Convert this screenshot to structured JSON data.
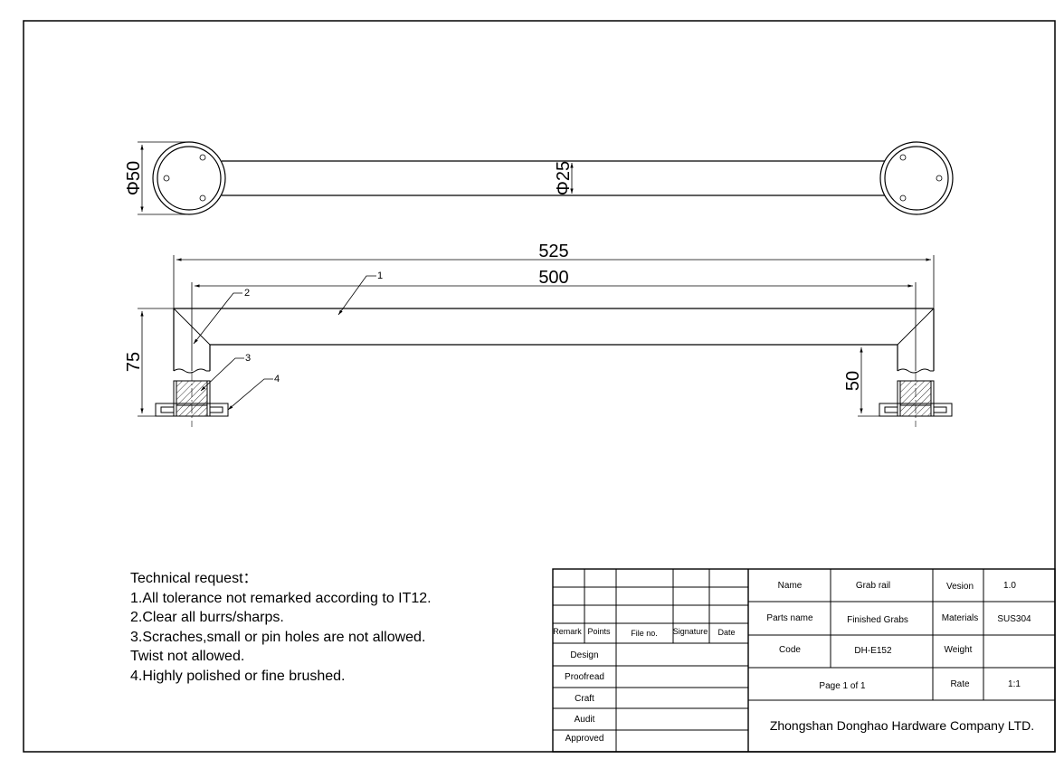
{
  "dimensions": {
    "end_diameter": "Φ50",
    "tube_diameter": "Φ25",
    "overall_length": "525",
    "center_length": "500",
    "height": "75",
    "post_height": "50"
  },
  "leaders": [
    "1",
    "2",
    "3",
    "4"
  ],
  "technical": {
    "title": "Technical request：",
    "items": [
      "1.All tolerance not remarked according to IT12.",
      "2.Clear all burrs/sharps.",
      "3.Scraches,small or pin holes are not allowed. Twist not allowed.",
      "4.Highly polished or fine brushed."
    ]
  },
  "title_block": {
    "headers": {
      "remark": "Remark",
      "points": "Points",
      "file_no": "File no.",
      "signature": "Signature",
      "date": "Date"
    },
    "roles": [
      "Design",
      "Proofread",
      "Craft",
      "Audit",
      "Approved"
    ],
    "name_label": "Name",
    "name_value": "Grab rail",
    "version_label": "Vesion",
    "version_value": "1.0",
    "parts_label": "Parts name",
    "parts_value": "Finished Grabs",
    "materials_label": "Materials",
    "materials_value": "SUS304",
    "code_label": "Code",
    "code_value": "DH-E152",
    "weight_label": "Weight",
    "weight_value": "",
    "page_text": "Page 1 of 1",
    "rate_label": "Rate",
    "rate_value": "1:1",
    "company": "Zhongshan Donghao Hardware Company LTD."
  }
}
